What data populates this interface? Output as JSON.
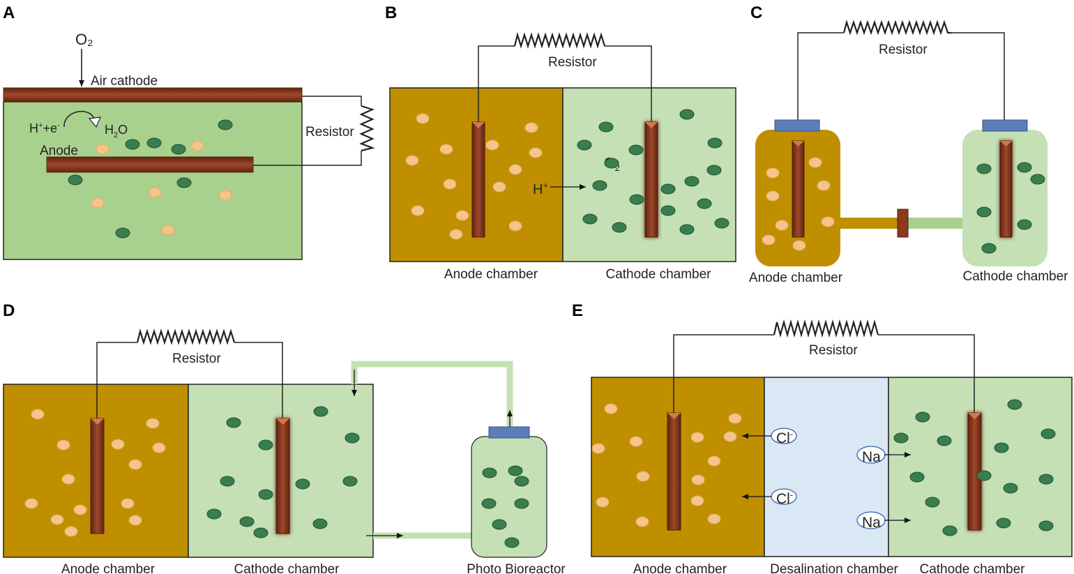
{
  "colors": {
    "anode_fill": "#bf8f00",
    "cathode_fill": "#c5e0b4",
    "panelA_fill": "#a9d18e",
    "desal_fill": "#dae8f5",
    "electrode": "#8b3a1e",
    "cap": "#5b7db8",
    "bacteria": "#f3c58a",
    "algae": "#3a7d4e",
    "pipe": "#c5e0b4"
  },
  "panels": {
    "a": {
      "label": "A",
      "o2": "O₂",
      "air_cathode": "Air cathode",
      "h_plus": "H",
      "sup_plus": "+",
      "plus_e": "+e",
      "sup_minus": "-",
      "h2o_h": "H",
      "h2o_sub": "2",
      "h2o_o": "O",
      "anode": "Anode",
      "resistor": "Resistor"
    },
    "b": {
      "label": "B",
      "resistor": "Resistor",
      "o2": "O",
      "o2_sub": "2",
      "h_plus": "H",
      "h_sup": "+",
      "anode_chamber": "Anode chamber",
      "cathode_chamber": "Cathode chamber"
    },
    "c": {
      "label": "C",
      "resistor": "Resistor",
      "anode_chamber": "Anode chamber",
      "cathode_chamber": "Cathode chamber"
    },
    "d": {
      "label": "D",
      "resistor": "Resistor",
      "anode_chamber": "Anode chamber",
      "cathode_chamber": "Cathode chamber",
      "photo_bioreactor": "Photo Bioreactor"
    },
    "e": {
      "label": "E",
      "resistor": "Resistor",
      "cl": "Cl",
      "cl_sup": "-",
      "na": "Na",
      "anode_chamber": "Anode chamber",
      "desalination_chamber": "Desalination chamber",
      "cathode_chamber": "Cathode chamber"
    }
  }
}
